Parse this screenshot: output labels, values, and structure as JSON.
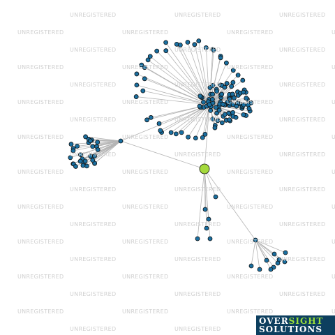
{
  "watermark": {
    "text": "UNREGISTERED"
  },
  "brand": {
    "line1_part1": "OVER",
    "line1_part2": "SIGHT",
    "line2": "SOLUTIONS"
  },
  "colors": {
    "node": "#1a6fa0",
    "node_stroke": "#111111",
    "focus_node": "#a4d93c",
    "edge": "#b4b4b4",
    "watermark": "#d0d0d0",
    "brand_bg": "#0d3f5f",
    "brand_accent": "#9be03a"
  },
  "graph": {
    "focus_node": "center",
    "hubs": [
      "center",
      "hub-cluster-left",
      "hub-branch-right",
      "hub-top-cluster"
    ],
    "clusters": [
      {
        "name": "top-cluster",
        "hub": "hub-top-cluster",
        "count": 125
      },
      {
        "name": "left-cluster",
        "hub": "hub-cluster-left",
        "count": 30
      },
      {
        "name": "right-branch",
        "hub": "hub-branch-right",
        "count": 10
      },
      {
        "name": "bottom-chain",
        "hub": "center",
        "count": 6
      }
    ]
  }
}
